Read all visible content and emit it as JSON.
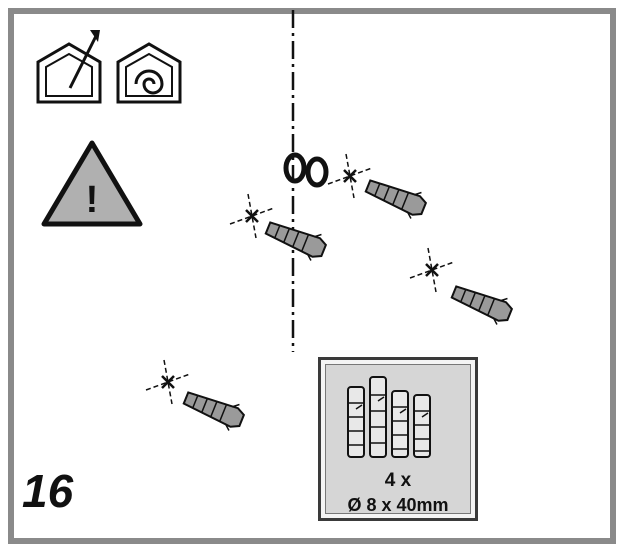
{
  "step": {
    "number": "16"
  },
  "kit": {
    "quantity": "4 x",
    "size": "Ø 8 x 40mm"
  },
  "icons": {
    "ducted": "house-outlet-arrow-icon",
    "recirculating": "house-recirculation-icon",
    "warning": "warning-triangle-icon",
    "warning_glyph": "!"
  },
  "colors": {
    "frame": "#8a8a8a",
    "ink": "#111111",
    "fill_gray": "#b0b0b0",
    "kit_bg": "#d6d6d6"
  }
}
